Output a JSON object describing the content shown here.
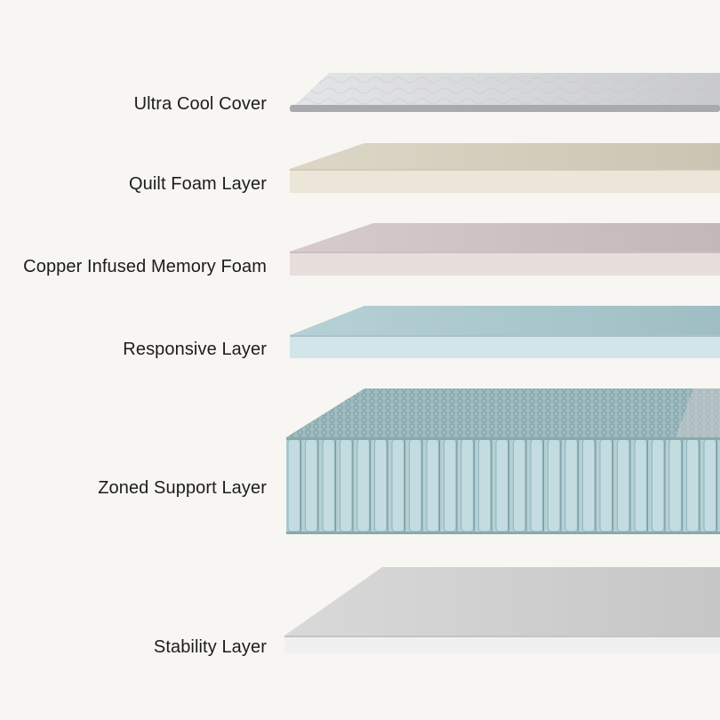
{
  "image": {
    "description_type": "mattress-layer-diagram",
    "background_color": "#f8f6f2",
    "label_color": "#1c1c1c"
  },
  "layers": [
    {
      "label": "Ultra Cool Cover",
      "colors": {
        "top": "#d7d8da",
        "edge": "#bfc0c3"
      }
    },
    {
      "label": "Quilt Foam Layer",
      "colors": {
        "top": "#d6d0c0",
        "edge": "#ebe5d6"
      }
    },
    {
      "label": "Copper Infused Memory Foam",
      "colors": {
        "top": "#cdc1c2",
        "edge": "#e6dcda"
      }
    },
    {
      "label": "Responsive Layer",
      "colors": {
        "top": "#a9c6cc",
        "edge": "#cfe3e7"
      }
    },
    {
      "label": "Zoned Support Layer",
      "colors": {
        "top": "#a9c4c8",
        "edge": "#b9d5d9",
        "coil": "#8fb5ba"
      }
    },
    {
      "label": "Stability Layer",
      "colors": {
        "top": "#cfcfcf",
        "edge": "#ececec"
      }
    }
  ]
}
